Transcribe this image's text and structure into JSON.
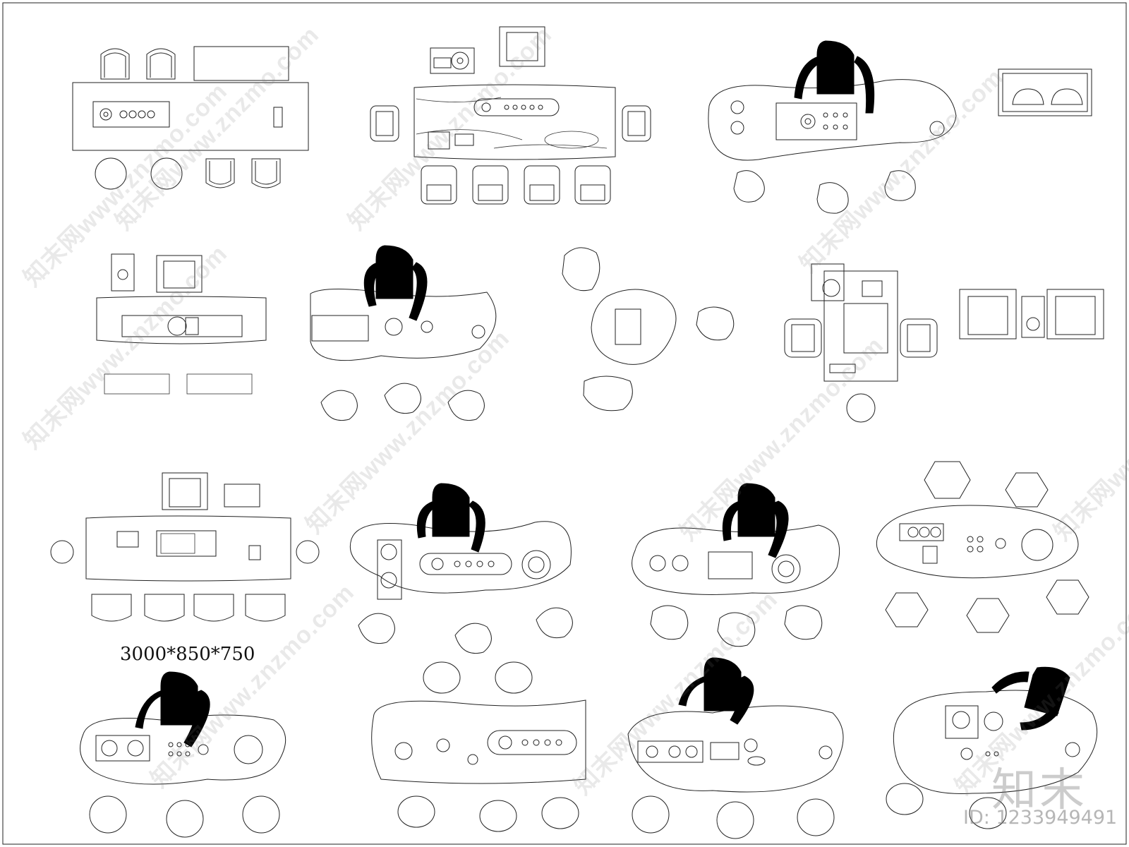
{
  "drawing": {
    "dimension_label": "3000*850*750",
    "brand_mark": "知末",
    "id_label": "ID: 1233949491",
    "watermark_text": "知末网www.znzmo.com",
    "ink_color": "#000000",
    "line_color": "#222222",
    "watermark_color": "#9a9a9a"
  }
}
